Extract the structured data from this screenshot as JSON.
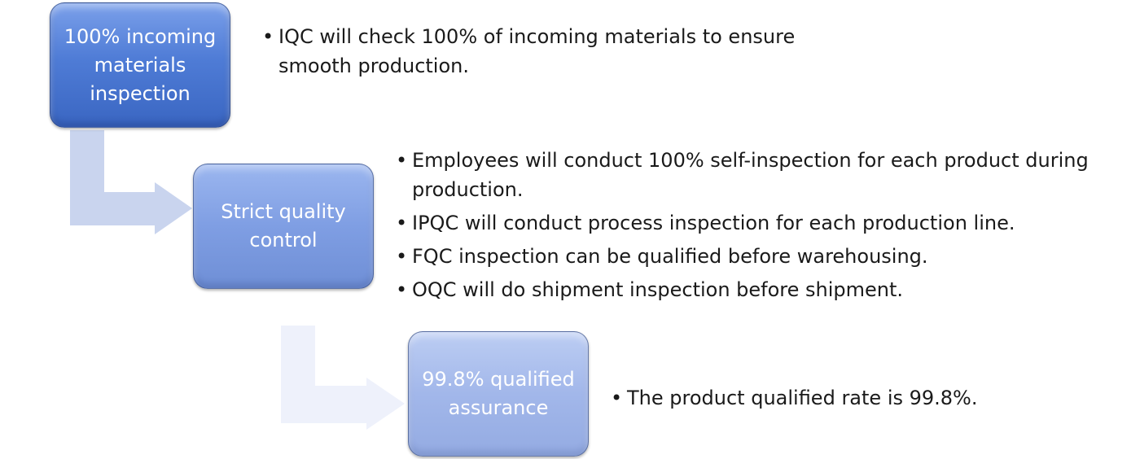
{
  "steps": [
    {
      "label": "100% incoming materials inspection",
      "bullets": [
        "IQC will check 100% of incoming materials to ensure smooth production."
      ]
    },
    {
      "label": "Strict quality control",
      "bullets": [
        "Employees will conduct 100% self-inspection for each product during production.",
        "IPQC will conduct process inspection for each production line.",
        "FQC inspection can be qualified before warehousing.",
        "OQC will do shipment inspection before shipment."
      ]
    },
    {
      "label": "99.8% qualified assurance",
      "bullets": [
        "The product qualified rate is 99.8%."
      ]
    }
  ],
  "colors": {
    "step_1": "#4f7cd6",
    "step_2": "#7f9ee3",
    "step_3": "#a2b7ea",
    "connector_1": "#c9d4ee",
    "connector_2": "#eef1fb",
    "text": "#1a1a1a"
  }
}
